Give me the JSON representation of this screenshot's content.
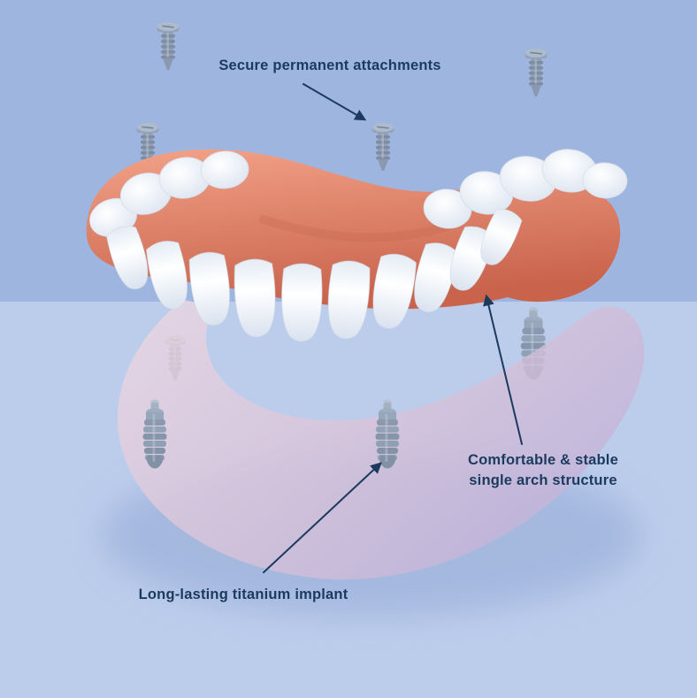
{
  "labels": {
    "attachments": "Secure permanent attachments",
    "arch_line1": "Comfortable & stable",
    "arch_line2": "single arch structure",
    "implant": "Long-lasting titanium implant"
  },
  "colors": {
    "background_top": "#9eb6df",
    "background_bottom": "#bccdec",
    "text": "#1b3a5e",
    "gum": "#d9806a",
    "teeth": "#f4f7fb",
    "titanium": "#93a2b6",
    "arch_structure": "#d9c3d9"
  }
}
